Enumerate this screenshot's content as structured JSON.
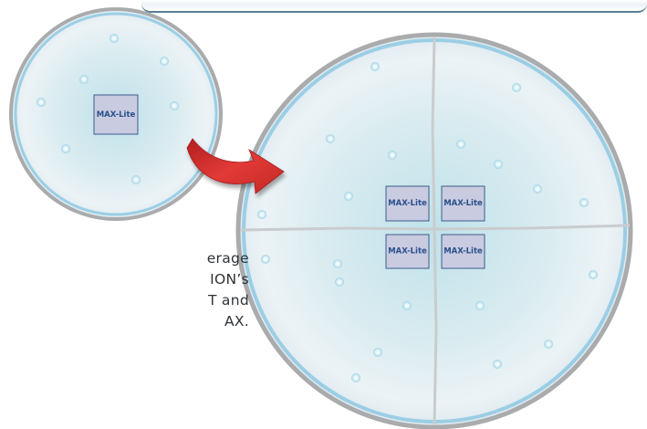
{
  "diagram": {
    "small_cell": {
      "chips": [
        "MAX-Lite"
      ]
    },
    "large_cell": {
      "chips": [
        "MAX-Lite",
        "MAX-Lite",
        "MAX-Lite",
        "MAX-Lite"
      ]
    }
  },
  "caption": {
    "lines": [
      "erage",
      "ION’s",
      "T and",
      "AX."
    ]
  },
  "colors": {
    "cell_fill_center": "#bfe2ea",
    "cell_fill_edge": "#eef4f7",
    "cell_rim": "#8ec9e3",
    "cell_outer_rim": "#a9abad",
    "chip_fill": "#c9cbe0",
    "chip_border": "#3d5d8c",
    "arrow": "#d9312f",
    "top_rule": "#5d7f96"
  }
}
